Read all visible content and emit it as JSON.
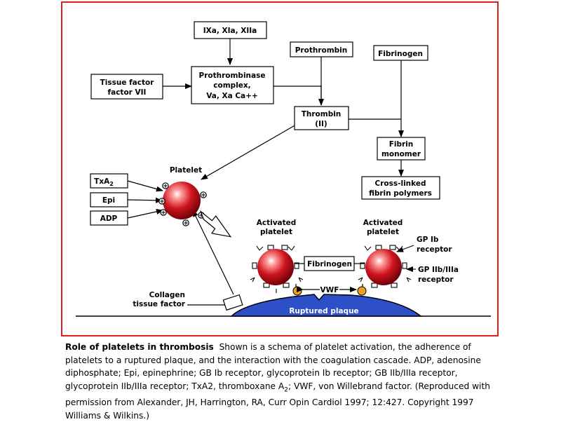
{
  "diagram": {
    "boxes": {
      "factors": "IXa, XIa, XIIa",
      "prothrombin": "Prothrombin",
      "fibrinogen_top": "Fibrinogen",
      "tissue_factor": [
        "Tissue factor",
        "factor VII"
      ],
      "prothrombinase": [
        "Prothrombinase",
        "complex,",
        "Va, Xa Ca++"
      ],
      "thrombin": [
        "Thrombin",
        "(II)"
      ],
      "fibrin_monomer": [
        "Fibrin",
        "monomer"
      ],
      "crosslinked": [
        "Cross-linked",
        "fibrin polymers"
      ],
      "txa2": "TxA",
      "txa2_sub": "2",
      "epi": "Epi",
      "adp": "ADP",
      "fibrinogen_bridge": "Fibrinogen"
    },
    "labels": {
      "platelet": "Platelet",
      "activated_left": [
        "Activated",
        "platelet"
      ],
      "activated_right": [
        "Activated",
        "platelet"
      ],
      "gp_ib": [
        "GP Ib",
        "receptor"
      ],
      "gp_iib": [
        "GP IIb/IIIa",
        "receptor"
      ],
      "vwf": "VWF",
      "collagen": [
        "Collagen",
        "tissue factor"
      ],
      "plaque": "Ruptured plaque",
      "plus": "+"
    },
    "colors": {
      "frame": "#e02020",
      "platelet": "#c8141e",
      "plaque": "#2050c8",
      "vwf_dot": "#f0a020"
    }
  },
  "caption": {
    "title": "Role of platelets in thrombosis",
    "body": "Shown is a schema of platelet activation, the adherence of platelets to a ruptured plaque, and the interaction with the coagulation cascade. ADP, adenosine diphosphate; Epi, epinephrine; GB Ib receptor, glycoprotein Ib receptor; GB IIb/IIIa receptor, glycoprotein IIb/IIIa receptor; TxA2, thromboxane ",
    "a2_main": "A",
    "a2_sub": "2",
    "body2": "; VWF, von Willebrand factor. (Reproduced with permission from Alexander, JH, Harrington, RA, Curr Opin Cardiol 1997; 12:427. Copyright 1997 Williams & Wilkins.)"
  }
}
